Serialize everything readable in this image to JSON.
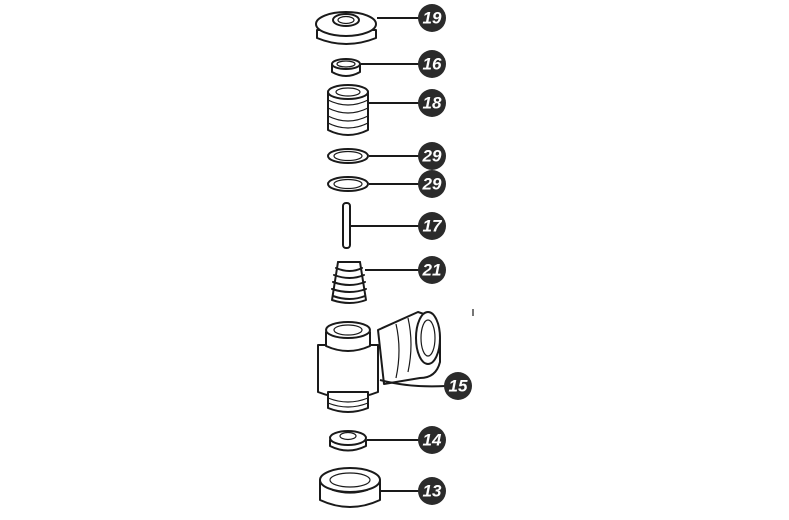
{
  "callouts": [
    {
      "id": "19",
      "label": "19"
    },
    {
      "id": "16",
      "label": "16"
    },
    {
      "id": "18",
      "label": "18"
    },
    {
      "id": "29a",
      "label": "29"
    },
    {
      "id": "29b",
      "label": "29"
    },
    {
      "id": "17",
      "label": "17"
    },
    {
      "id": "21",
      "label": "21"
    },
    {
      "id": "15",
      "label": "15"
    },
    {
      "id": "14",
      "label": "14"
    },
    {
      "id": "13",
      "label": "13"
    }
  ],
  "colors": {
    "line": "#1a1a1a",
    "bubble": "#2b2b2b",
    "background": "#ffffff"
  }
}
